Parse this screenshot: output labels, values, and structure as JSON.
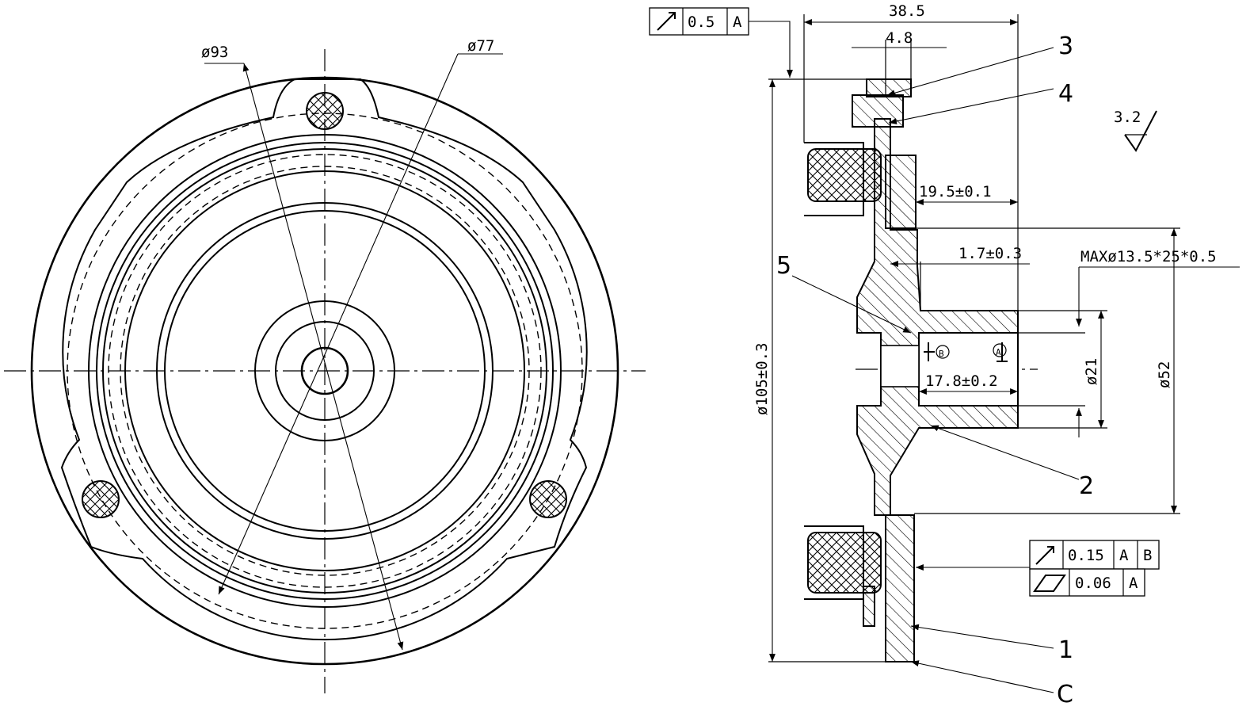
{
  "front_view": {
    "dim_phi93": "ø93",
    "dim_phi77": "ø77"
  },
  "section_view": {
    "dim_overall_length": "38.5",
    "dim_4_8": "4.8",
    "dim_19_5": "19.5±0.1",
    "dim_1_7": "1.7±0.3",
    "dim_17_8": "17.8±0.2",
    "dim_phi105": "ø105±0.3",
    "dim_phi21": "ø21",
    "dim_phi52": "ø52",
    "callout_max": "MAXø13.5*25*0.5",
    "roughness": "3.2",
    "datum_a": "A",
    "datum_b": "B"
  },
  "tolerance_frames": {
    "runout_top": {
      "value": "0.5",
      "datum": "A"
    },
    "runout_bottom": {
      "value": "0.15",
      "datum1": "A",
      "datum2": "B"
    },
    "flatness": {
      "value": "0.06",
      "datum": "A"
    }
  },
  "part_labels": {
    "label_1": "1",
    "label_2": "2",
    "label_3": "3",
    "label_4": "4",
    "label_5": "5",
    "label_c": "C"
  }
}
